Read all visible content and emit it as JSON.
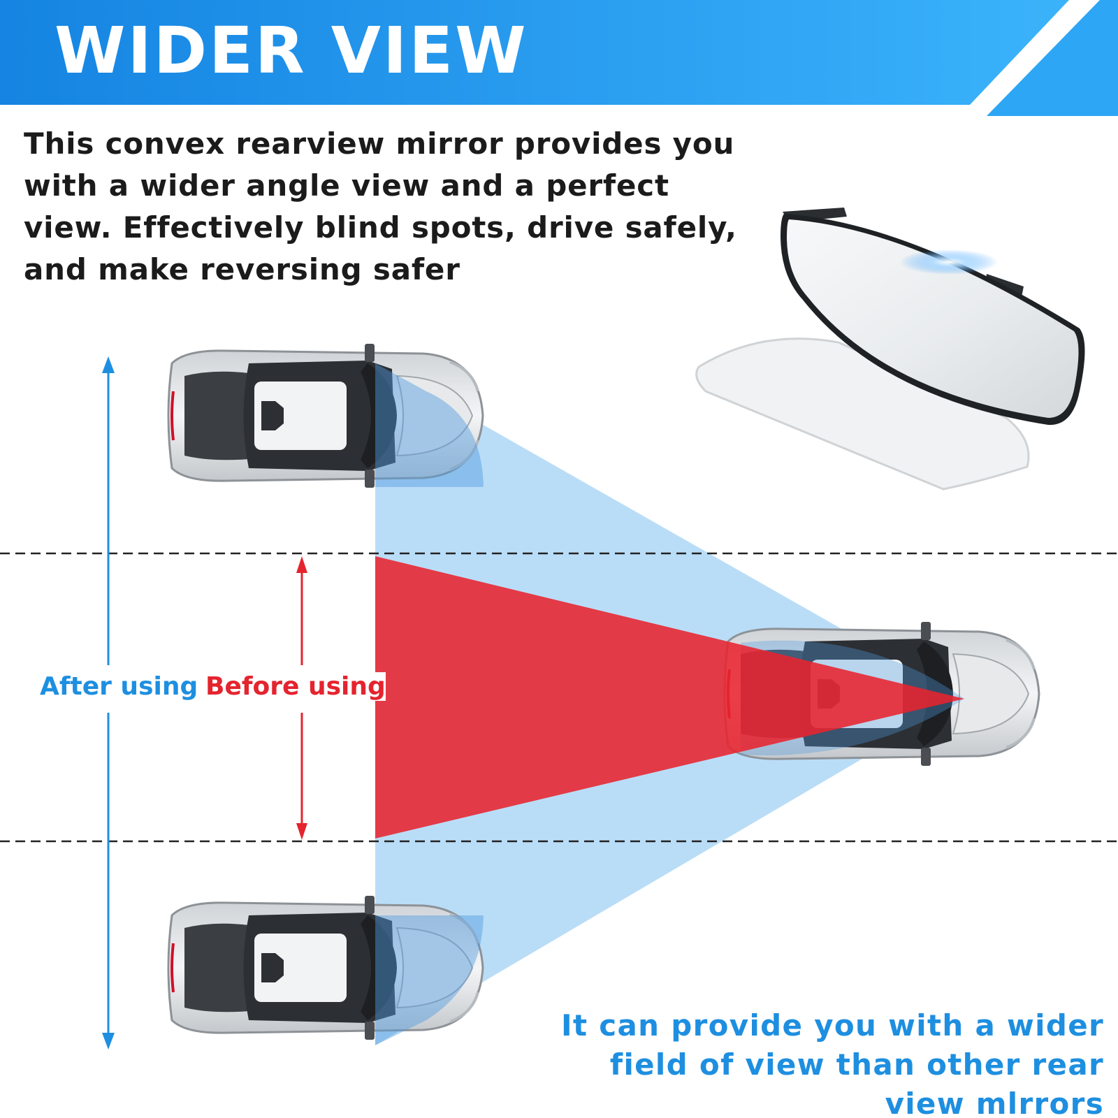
{
  "title": "WIDER VIEW",
  "intro_text": "This convex rearview mirror provides you with a wider angle view and a perfect view. Effectively blind spots, drive safely, and make reversing safer",
  "labels": {
    "after": "After using",
    "before": "Before using"
  },
  "footer_text": "It can provide you with a wider field of view than other rear view mlrrors",
  "colors": {
    "banner_blue": "#1a8fe8",
    "after_blue": "#1e8fe0",
    "before_red": "#e4242e",
    "view_blue": "#a9d4f5"
  }
}
